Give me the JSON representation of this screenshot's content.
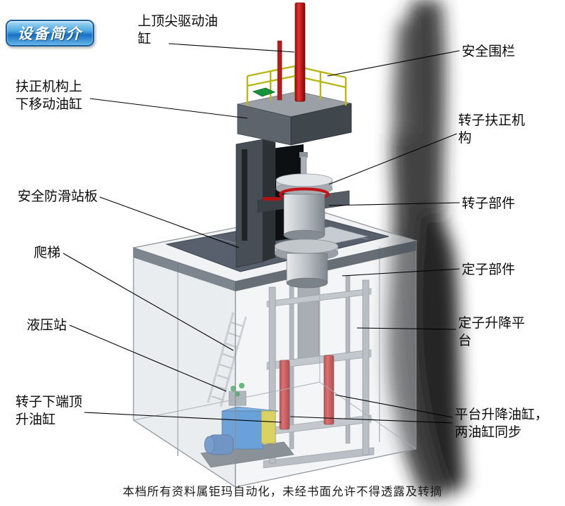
{
  "badge": {
    "label": "设备简介"
  },
  "labels": {
    "top_tip_drive_cylinder": "上顶尖驱动油\n缸",
    "safety_fence": "安全围栏",
    "centering_updown_cylinder": "扶正机构上\n下移动油缸",
    "rotor_centering_mechanism": "转子扶正机\n构",
    "safety_antislip_platform": "安全防滑站板",
    "rotor_component": "转子部件",
    "ladder": "爬梯",
    "stator_component": "定子部件",
    "hydraulic_station": "液压站",
    "stator_lift_platform": "定子升降平\n台",
    "rotor_bottom_jack_cylinder": "转子下端顶\n升油缸",
    "platform_lift_cylinders": "平台升降油缸，\n两油缸同步"
  },
  "footer": {
    "text": "本档所有资料属钜玛自动化，未经书面允许不得透露及转摘"
  },
  "colors": {
    "badge_blue": "#1976c8",
    "cylinder_red": "#c41212",
    "railing_yellow": "#b9b515",
    "hydraulic_blue": "#2b7fd4",
    "frame_gray": "#9aa0a6"
  }
}
